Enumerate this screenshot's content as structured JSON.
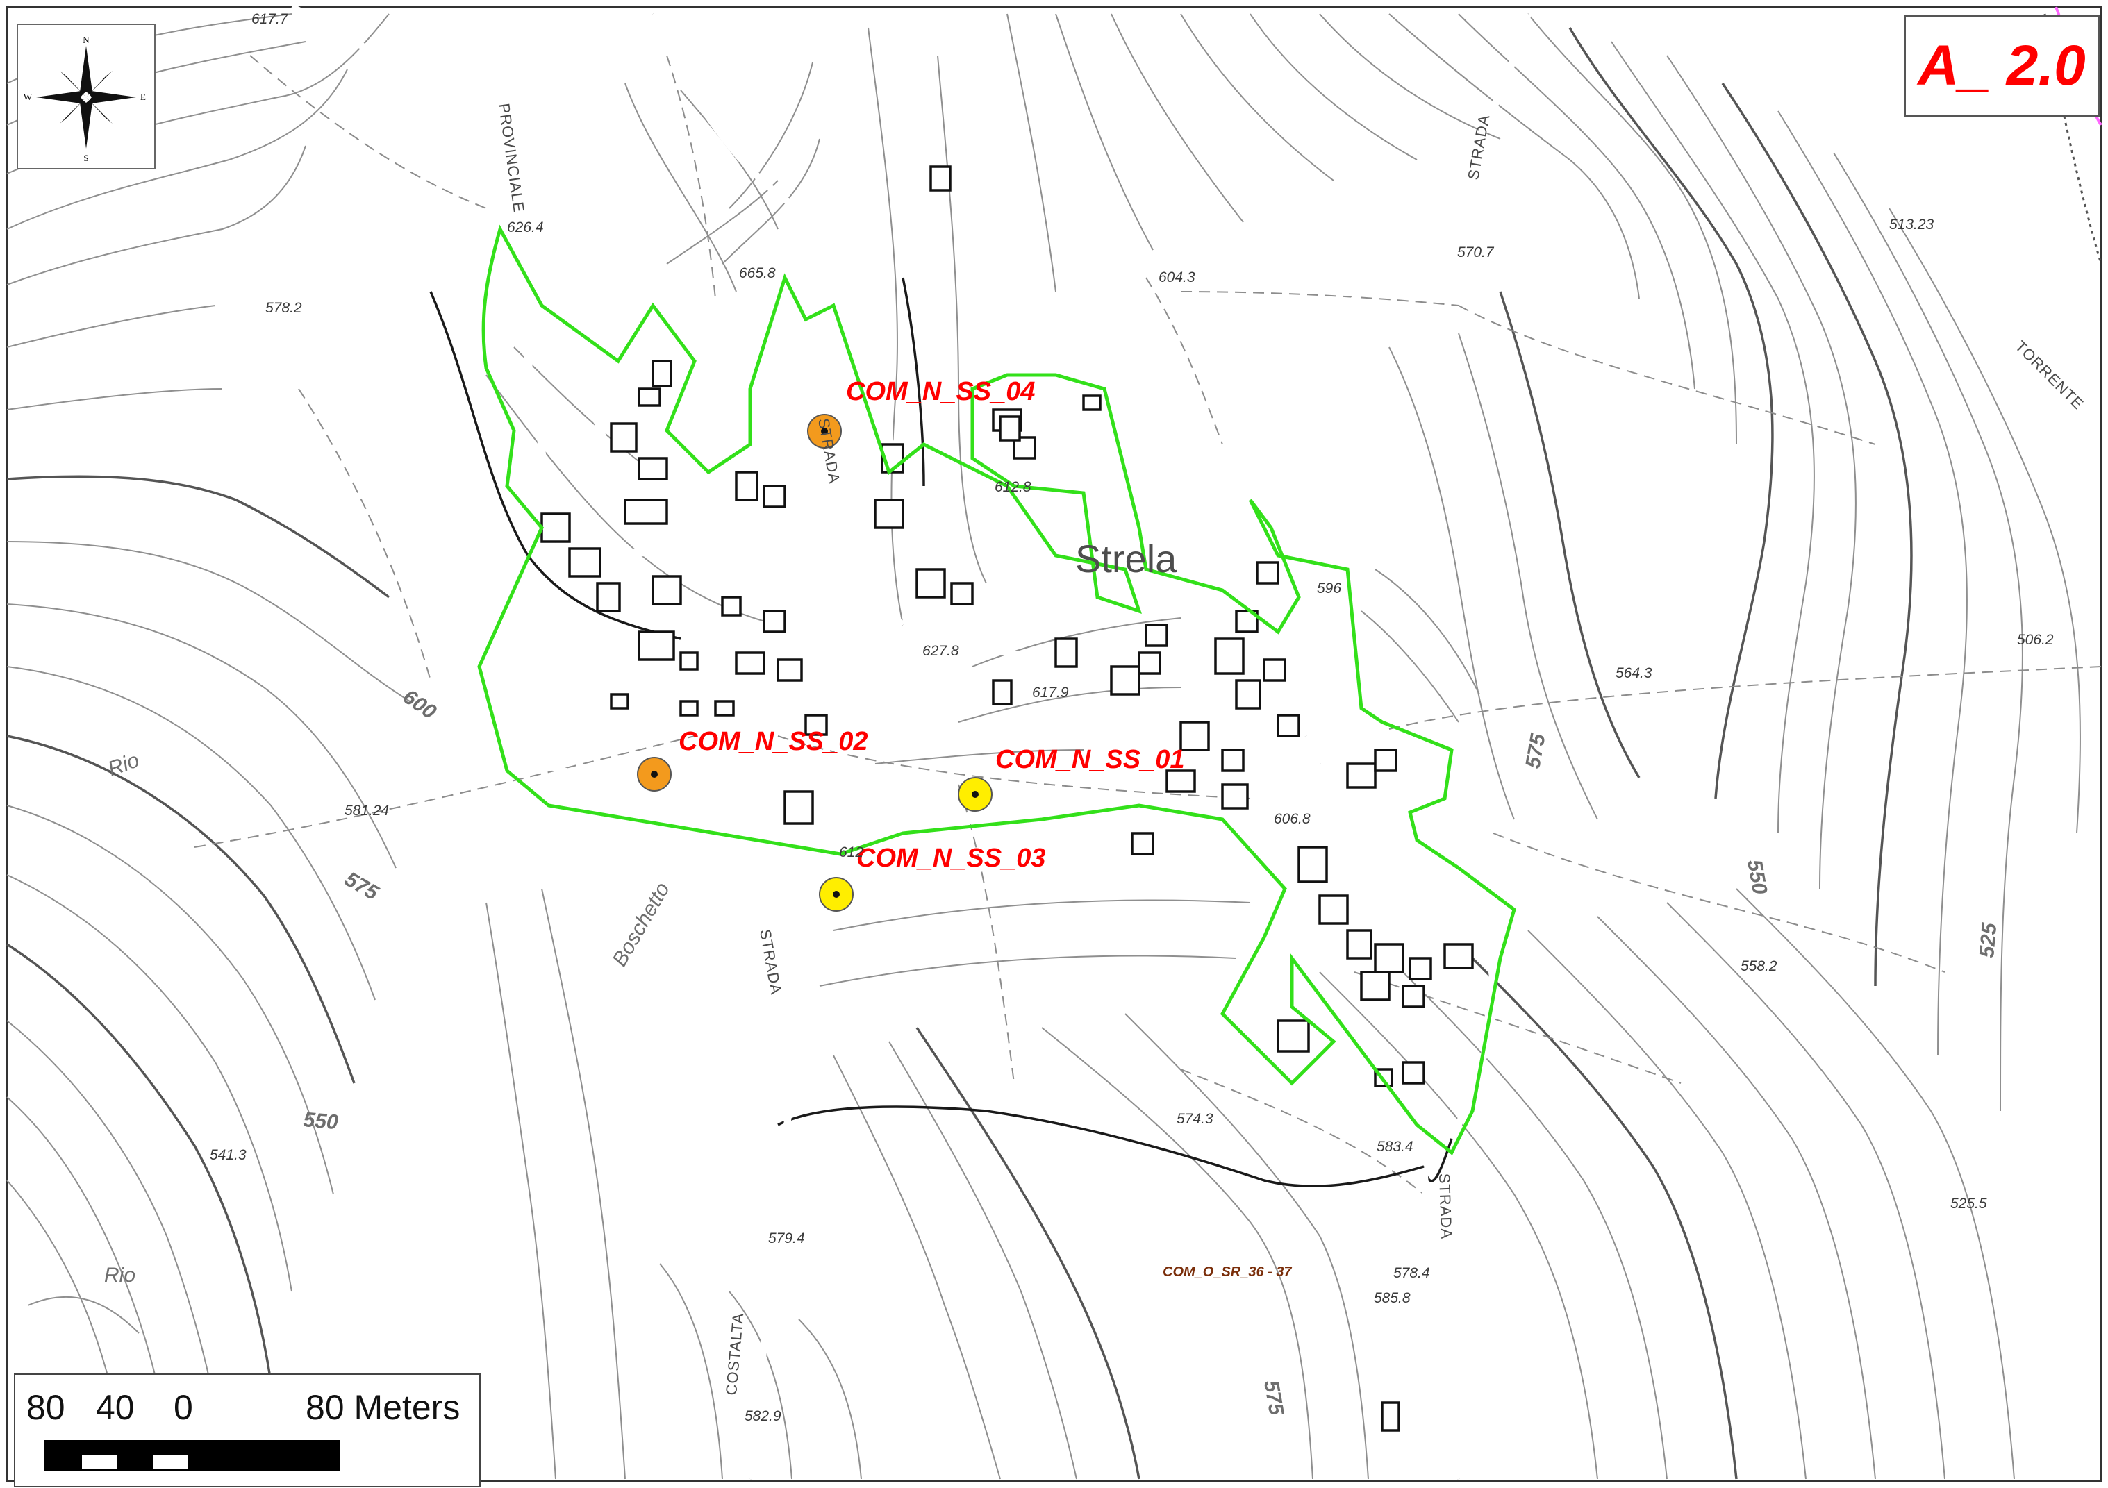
{
  "map": {
    "sheet_id": "A_ 2.0",
    "locality": "Strela",
    "compass": {
      "n": "N",
      "s": "S",
      "e": "E",
      "w": "W"
    },
    "scale": {
      "labels": [
        "80",
        "40",
        "0",
        "80 Meters"
      ]
    },
    "sites": [
      {
        "id": "COM_N_SS_01",
        "color": "#ffee00"
      },
      {
        "id": "COM_N_SS_02",
        "color": "#f39a1d"
      },
      {
        "id": "COM_N_SS_03",
        "color": "#ffee00"
      },
      {
        "id": "COM_N_SS_04",
        "color": "#f39a1d"
      }
    ],
    "reference_label": "COM_O_SR_36 - 37",
    "elevation_points": [
      "617.7",
      "626.4",
      "665.8",
      "578.2",
      "604.3",
      "570.7",
      "513.23",
      "612.8",
      "596",
      "627.8",
      "617.9",
      "564.3",
      "506.2",
      "581.24",
      "606.8",
      "612",
      "558.2",
      "574.3",
      "583.4",
      "541.3",
      "579.4",
      "525.5",
      "578.4",
      "585.8",
      "582.9"
    ],
    "contour_labels": [
      "600",
      "575",
      "550",
      "575",
      "550",
      "525",
      "575"
    ],
    "road_labels": [
      "PROVINCIALE",
      "STRADA",
      "STRADA",
      "STRADA",
      "STRADA",
      "COSTALTA",
      "TORRENTE"
    ],
    "stream_labels": [
      "Rio",
      "Boschetto",
      "Rio"
    ],
    "colors": {
      "boundary": "#33e01a",
      "title": "#ff0000",
      "site_label": "#ff0000"
    }
  }
}
